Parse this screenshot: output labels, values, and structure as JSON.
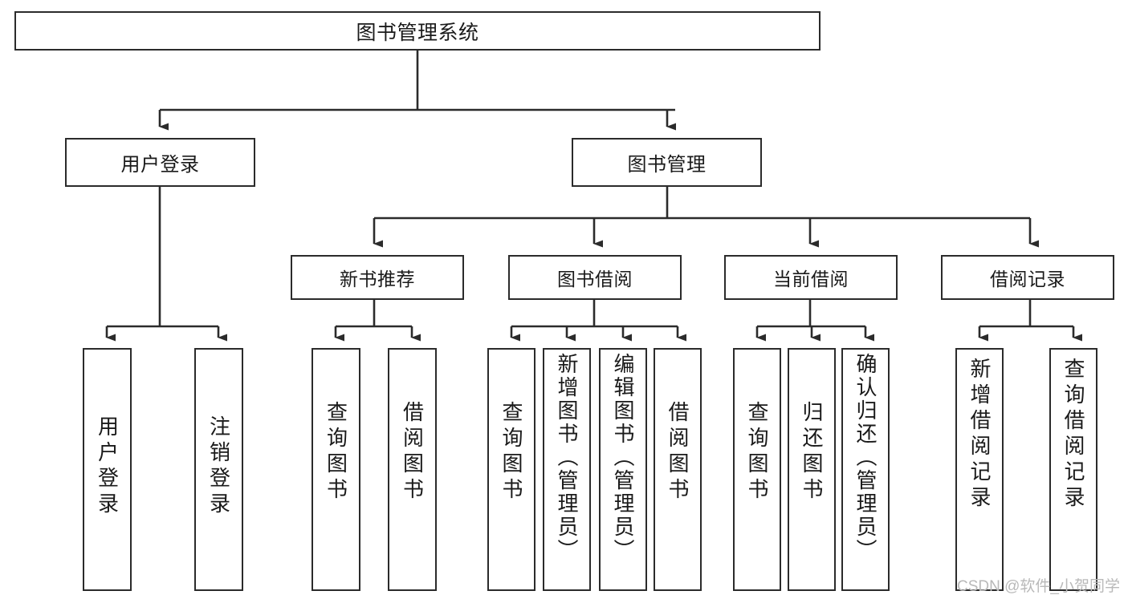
{
  "diagram": {
    "title": "图书管理系统",
    "type": "tree-hierarchy-chart",
    "colors": {
      "box_border": "#2b2b2b",
      "box_fill": "#ffffff",
      "connector": "#2b2b2b",
      "background": "#ffffff",
      "watermark": "#b9b9b9"
    },
    "watermark": "CSDN @软件_小贺同学",
    "root": {
      "id": "root",
      "label": "图书管理系统"
    },
    "level2": [
      {
        "id": "user-login",
        "label": "用户登录"
      },
      {
        "id": "book-manage",
        "label": "图书管理"
      }
    ],
    "level3": [
      {
        "id": "new-book-recommend",
        "label": "新书推荐",
        "parent": "book-manage"
      },
      {
        "id": "book-borrow",
        "label": "图书借阅",
        "parent": "book-manage"
      },
      {
        "id": "current-borrow",
        "label": "当前借阅",
        "parent": "book-manage"
      },
      {
        "id": "borrow-record",
        "label": "借阅记录",
        "parent": "book-manage"
      }
    ],
    "leaves": {
      "user-login": [
        {
          "id": "leaf-user-login",
          "label": "用户登录"
        },
        {
          "id": "leaf-user-logout",
          "label": "注销登录"
        }
      ],
      "new-book-recommend": [
        {
          "id": "leaf-query-book-1",
          "label": "查询图书"
        },
        {
          "id": "leaf-borrow-book-1",
          "label": "借阅图书"
        }
      ],
      "book-borrow": [
        {
          "id": "leaf-query-book-2",
          "label": "查询图书"
        },
        {
          "id": "leaf-add-book-admin",
          "label": "新增图书（管理员）"
        },
        {
          "id": "leaf-edit-book-admin",
          "label": "编辑图书（管理员）"
        },
        {
          "id": "leaf-borrow-book-2",
          "label": "借阅图书"
        }
      ],
      "current-borrow": [
        {
          "id": "leaf-query-book-3",
          "label": "查询图书"
        },
        {
          "id": "leaf-return-book",
          "label": "归还图书"
        },
        {
          "id": "leaf-confirm-return-admin",
          "label": "确认归还（管理员）"
        }
      ],
      "borrow-record": [
        {
          "id": "leaf-add-borrow-record",
          "label": "新增借阅记录"
        },
        {
          "id": "leaf-query-borrow-record",
          "label": "查询借阅记录"
        }
      ]
    }
  }
}
